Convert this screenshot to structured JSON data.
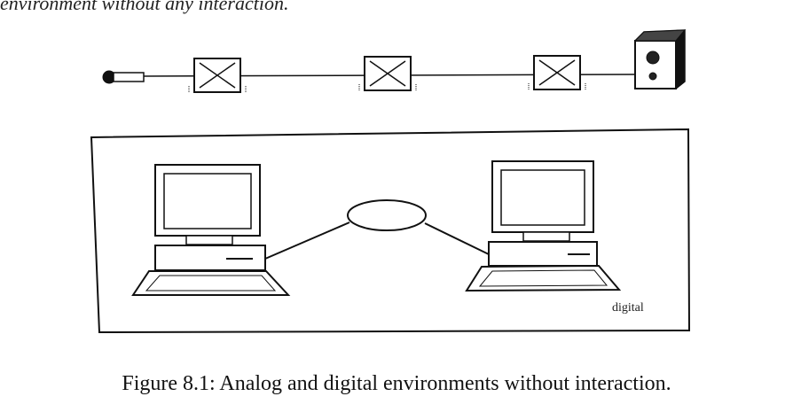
{
  "page": {
    "clipped_top_text": "environment without any interaction.",
    "caption": "Figure 8.1: Analog and digital environments without interaction."
  },
  "figure": {
    "digital_label": "digital",
    "analog_chain": {
      "items": [
        "microphone-icon",
        "amplifier-box-icon",
        "amplifier-box-icon",
        "amplifier-box-icon",
        "speaker-icon"
      ]
    },
    "digital_network": {
      "items": [
        "computer-icon",
        "network-cloud-icon",
        "computer-icon"
      ]
    }
  }
}
